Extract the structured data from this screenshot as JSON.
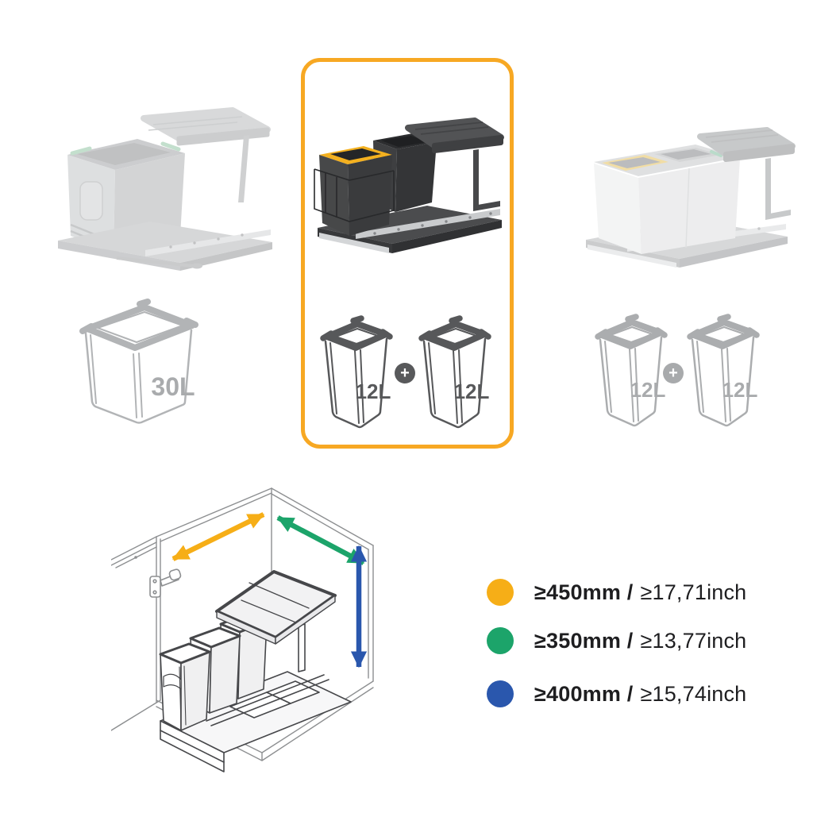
{
  "variants": {
    "left_30l": {
      "name": "pull-out bin unit 30L (inactive)",
      "capacity_label": "30L"
    },
    "selected_2x12l": {
      "name": "pull-out bin unit 2x12L anthracite (selected)",
      "bin1_label": "12L",
      "bin2_label": "12L",
      "plus_label": "+"
    },
    "right_2x12l": {
      "name": "pull-out bin unit 2x12L stainless (inactive)",
      "bin1_label": "12L",
      "bin2_label": "12L",
      "plus_label": "+"
    }
  },
  "highlight": {
    "border_color": "#F7A823"
  },
  "legend": {
    "items": [
      {
        "dimension": "cabinet-width",
        "color": "#F6AE17",
        "metric_label": "≥450mm /",
        "imperial_label": "≥17,71inch"
      },
      {
        "dimension": "cabinet-depth",
        "color": "#1CA46A",
        "metric_label": "≥350mm /",
        "imperial_label": "≥13,77inch"
      },
      {
        "dimension": "cabinet-height",
        "color": "#2A57AD",
        "metric_label": "≥400mm /",
        "imperial_label": "≥15,74inch"
      }
    ]
  }
}
